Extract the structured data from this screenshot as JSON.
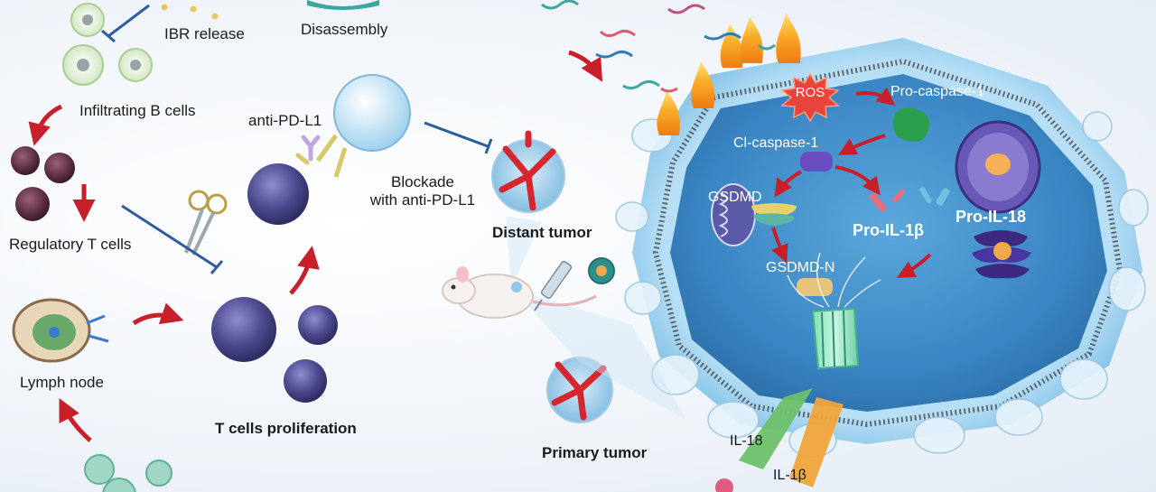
{
  "labels": {
    "ibr_release": "IBR release",
    "disassembly": "Disassembly",
    "infiltrating_b_cells": "Infiltrating B cells",
    "anti_pd_l1": "anti-PD-L1",
    "blockade_line1": "Blockade",
    "blockade_line2": "with anti-PD-L1",
    "distant_tumor": "Distant tumor",
    "regulatory_t_cells": "Regulatory T cells",
    "lymph_node": "Lymph node",
    "t_cells_proliferation": "T cells proliferation",
    "primary_tumor": "Primary tumor",
    "ros": "ROS",
    "pro_caspase_1": "Pro-caspase-1",
    "cl_caspase_1": "Cl-caspase-1",
    "gsdmd": "GSDMD",
    "pro_il_1b": "Pro-IL-1β",
    "pro_il_18": "Pro-IL-18",
    "gsdmd_n": "GSDMD-N",
    "il_18": "IL-18",
    "il_1b": "IL-1β"
  },
  "icons": [
    "b-cell-icon",
    "regulatory-t-cell-icon",
    "lymph-node-icon",
    "t-cell-icon",
    "antibody-icon",
    "scissors-icon",
    "tumor-icon",
    "mouse-icon",
    "syringe-icon",
    "nanoparticle-icon",
    "flame-icon",
    "ros-burst-icon",
    "mitochondrion-icon",
    "nucleus-icon",
    "golgi-icon",
    "pore-icon"
  ],
  "colors": {
    "arrow_red": "#c8202a",
    "inhibit_blue": "#2f5c9e",
    "membrane_blue": "#8ec8ec",
    "cytoplasm": "#3f8fcb",
    "tumor_red": "#d7262e",
    "t_cell_purple": "#4d4a8f"
  }
}
